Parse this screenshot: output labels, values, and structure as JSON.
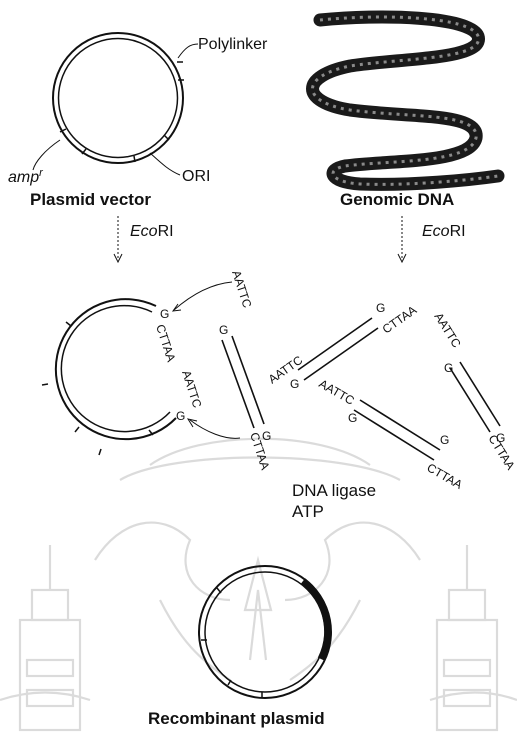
{
  "labels": {
    "polylinker": "Polylinker",
    "amp_r": "amp",
    "amp_r_sup": "r",
    "ori": "ORI",
    "plasmid_vector": "Plasmid vector",
    "genomic_dna": "Genomic DNA",
    "ecori_left_italic": "Eco",
    "ecori_left_rest": "RI",
    "ecori_right_italic": "Eco",
    "ecori_right_rest": "RI",
    "dna_ligase": "DNA ligase",
    "atp": "ATP",
    "recombinant_plasmid": "Recombinant plasmid"
  },
  "sticky_ends": {
    "plasmid_top_single": "G",
    "plasmid_top_overhang": "CTTAA",
    "plasmid_bottom_overhang": "AATTC",
    "plasmid_bottom_single": "G",
    "frag1_top_overhang": "AATTC",
    "frag1_top_single": "G",
    "frag1_bottom_single": "G",
    "frag1_bottom_overhang": "CTTAA",
    "frag2_left_overhang": "AATTC",
    "frag2_left_single": "G",
    "frag2_right_single": "G",
    "frag2_right_overhang": "CTTAA",
    "frag3_left_overhang": "AATTC",
    "frag3_left_single": "G",
    "frag3_right_single": "G",
    "frag3_right_overhang": "CTTAA",
    "frag4_top_overhang": "AATTC",
    "frag4_top_single": "G",
    "frag4_bottom_single": "G",
    "frag4_bottom_overhang": "CTTAA"
  }
}
